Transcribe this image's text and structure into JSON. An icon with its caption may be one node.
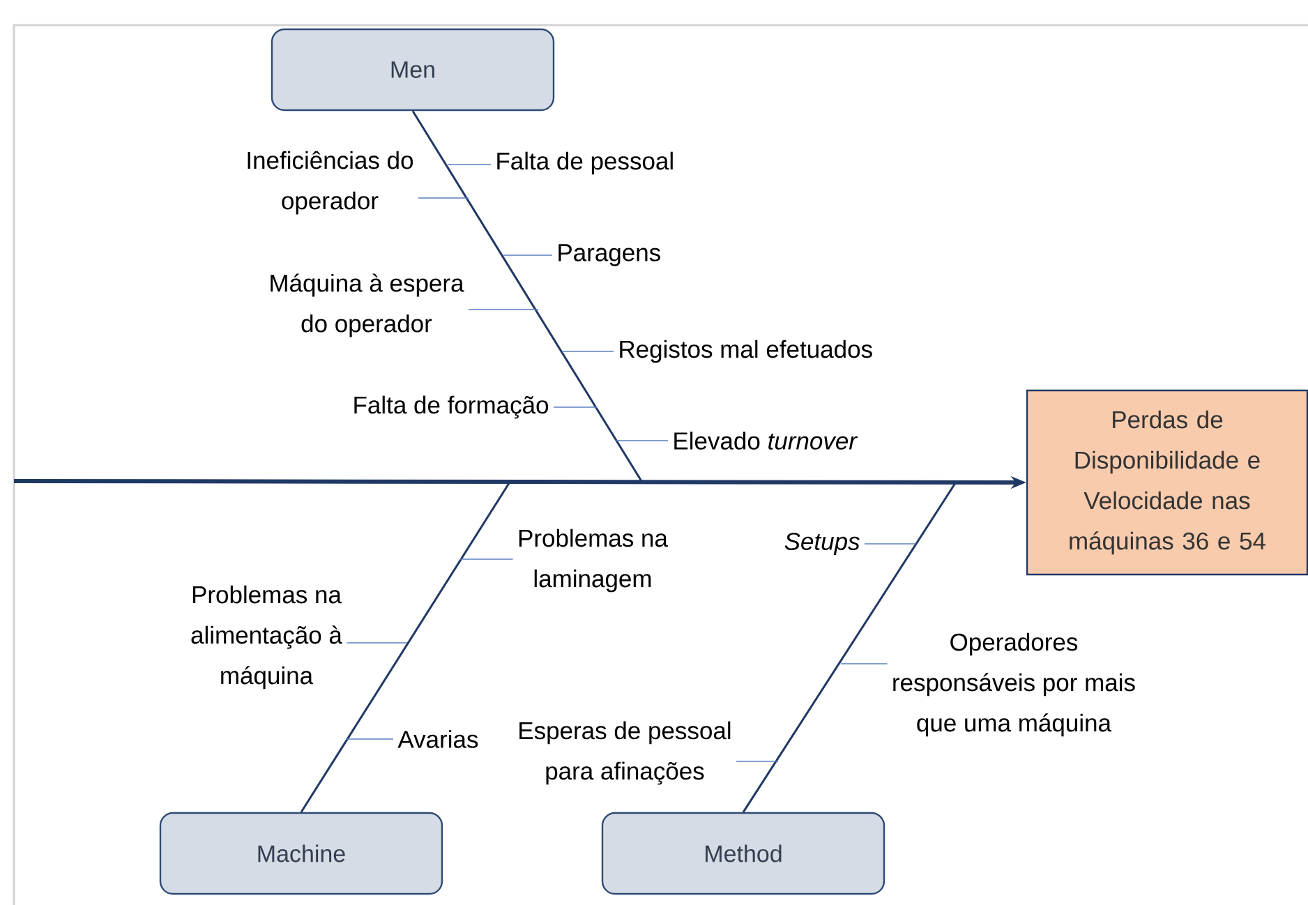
{
  "diagram": {
    "nodes": [
      {
        "text": [
          "Men"
        ]
      },
      {
        "text": [
          "Falta de pessoal"
        ]
      },
      {
        "text": [
          "Ineficiências do operador"
        ]
      },
      {
        "text": [
          "Paragens"
        ]
      },
      {
        "text": [
          "Máquina à espera do operador"
        ]
      },
      {
        "text": [
          "Registos mal efetuados"
        ]
      },
      {
        "text": [
          "Falta de formação"
        ]
      },
      {
        "text": [
          "Elevado *turnover*"
        ]
      },
      {
        "text": [
          "Perdas de Disponibilidade e Velocidade nas máquinas 36 e 54"
        ]
      },
      {
        "text": [
          "Problemas na laminagem"
        ]
      },
      {
        "text": [
          "Setups"
        ]
      },
      {
        "text": [
          "Problemas na alimentação à máquina"
        ]
      },
      {
        "text": [
          "Operadores responsáveis por mais que uma máquina"
        ]
      },
      {
        "text": [
          "Avarias"
        ]
      },
      {
        "text": [
          "Esperas de pessoal para afinações"
        ]
      },
      {
        "text": [
          "Machine"
        ]
      },
      {
        "text": [
          "Method"
        ]
      }
    ],
    "edges": [
      {
        "from": null,
        "to": 8,
        "arrow": "to",
        "style": "thick",
        "color": "#203864"
      },
      {
        "from": 0,
        "to": null,
        "arrow": "none",
        "color": "#203864"
      },
      {
        "from": 15,
        "to": null,
        "arrow": "none",
        "color": "#203864"
      },
      {
        "from": 16,
        "to": null,
        "arrow": "none",
        "color": "#203864"
      },
      {
        "from": 1,
        "to": null,
        "arrow": "none"
      },
      {
        "from": 2,
        "to": null,
        "arrow": "none"
      },
      {
        "from": 3,
        "to": null,
        "arrow": "none"
      },
      {
        "from": 4,
        "to": null,
        "arrow": "none"
      },
      {
        "from": 5,
        "to": null,
        "arrow": "none"
      },
      {
        "from": 6,
        "to": null,
        "arrow": "none"
      },
      {
        "from": 7,
        "to": null,
        "arrow": "none"
      },
      {
        "from": 9,
        "to": null,
        "arrow": "none"
      },
      {
        "from": 10,
        "to": null,
        "arrow": "none"
      },
      {
        "from": 11,
        "to": null,
        "arrow": "none"
      },
      {
        "from": 12,
        "to": null,
        "arrow": "none"
      },
      {
        "from": 13,
        "to": null,
        "arrow": "none"
      },
      {
        "from": 14,
        "to": null,
        "arrow": "none"
      }
    ]
  }
}
